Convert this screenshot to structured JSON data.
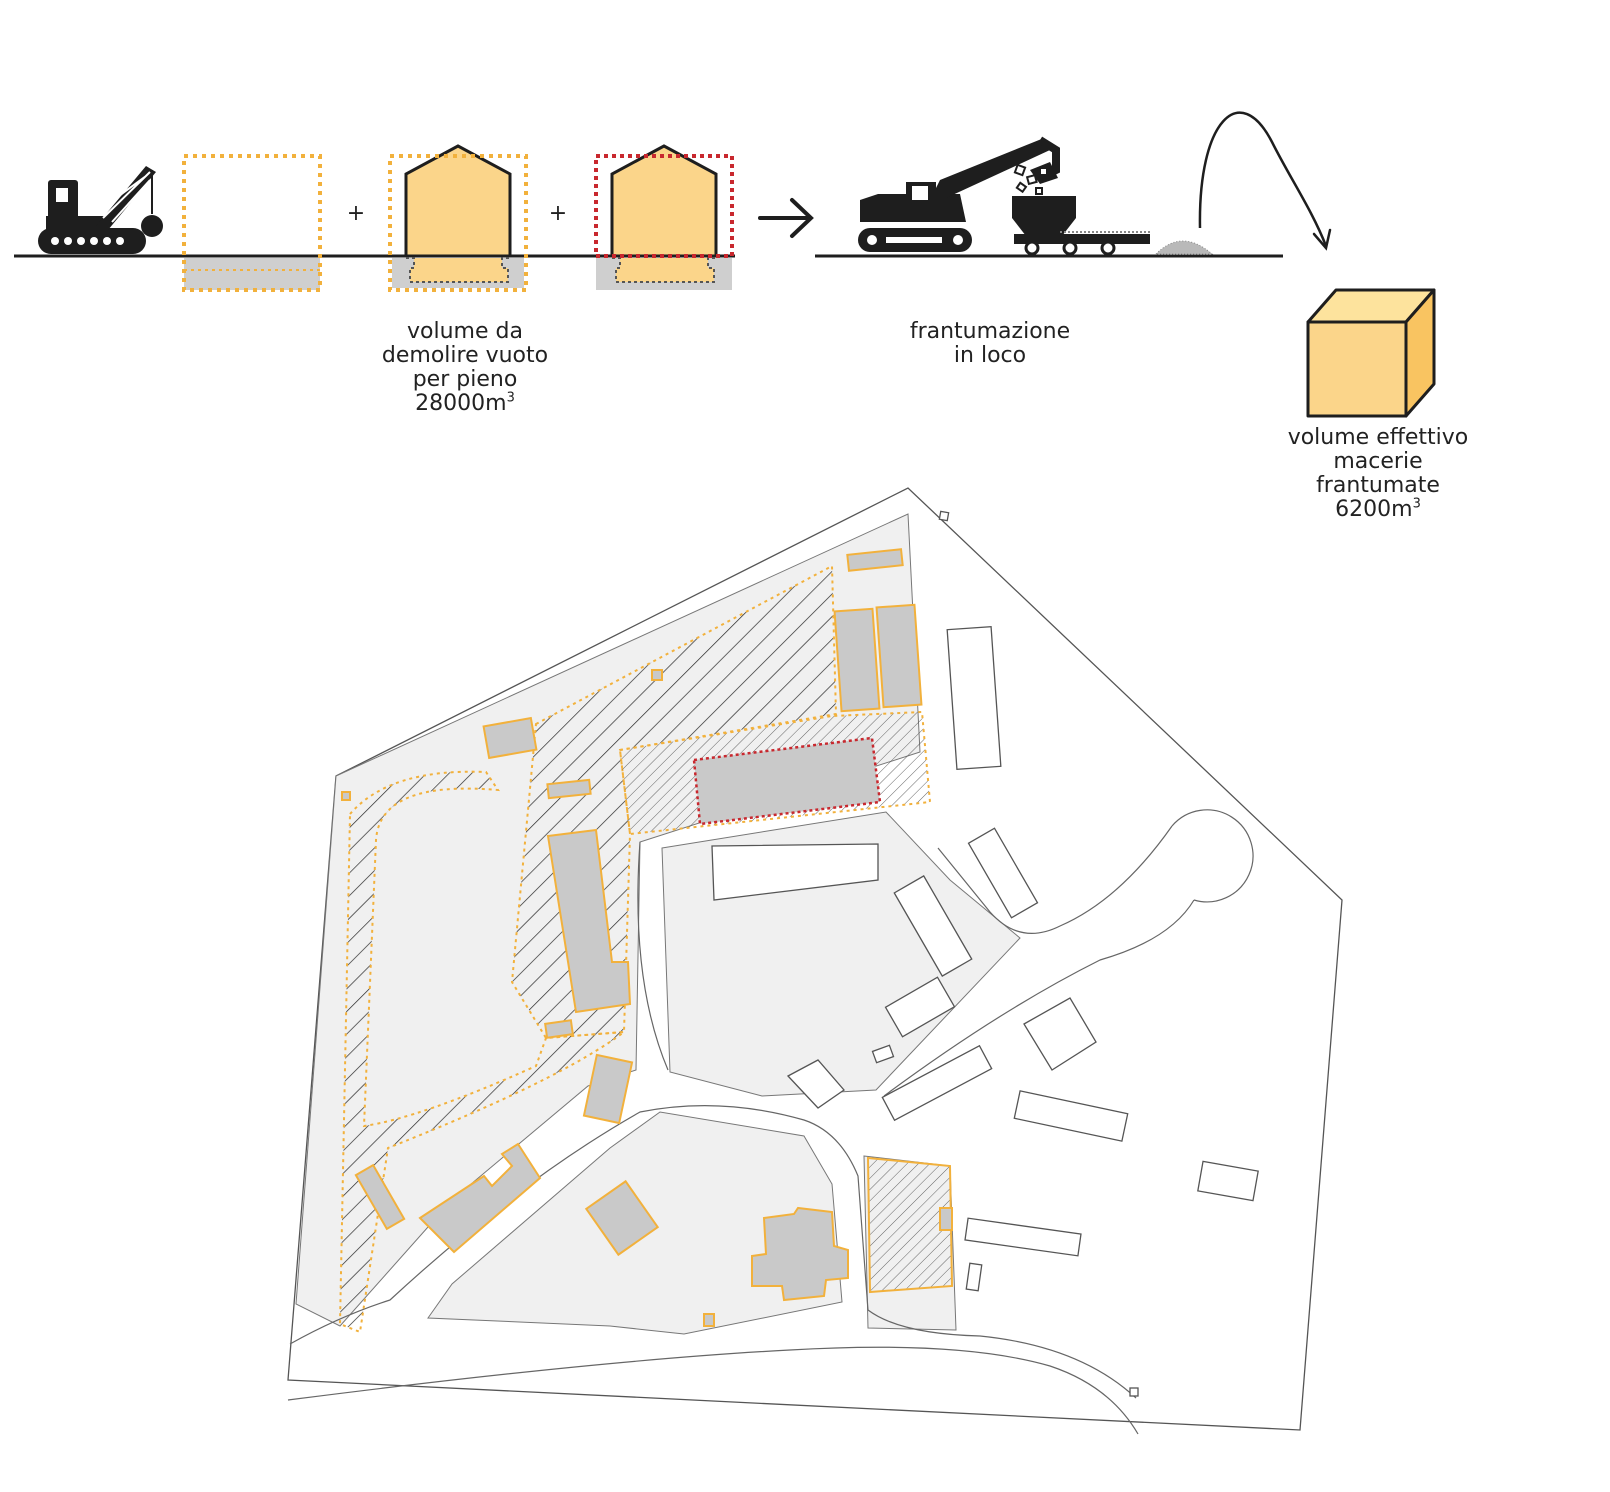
{
  "diagram": {
    "label_demolition": {
      "line1": "volume da",
      "line2": "demolire vuoto",
      "line3": "per pieno",
      "value": "28000m",
      "unit_exp": "3"
    },
    "label_crushing": {
      "line1": "frantumazione",
      "line2": "in loco"
    },
    "label_rubble": {
      "line1": "volume effettivo",
      "line2": "macerie",
      "line3": "frantumate",
      "value": "6200m",
      "unit_exp": "3"
    },
    "operators": [
      "+",
      "+"
    ],
    "colors": {
      "accent_orange": "#f2b13c",
      "fill_yellow": "#fbd58a",
      "cube_side": "#f9c461",
      "dotted_red": "#c8282e",
      "ground_gray": "#cfcfcf",
      "map_gray": "#f0f0f0",
      "building_gray": "#c9c9c9",
      "ink": "#1e1e1e"
    },
    "icons": [
      "crane-wrecking-ball-icon",
      "excavator-icon",
      "crusher-conveyor-icon",
      "trajectory-arrow-icon",
      "cube-icon",
      "arrow-right-icon"
    ]
  }
}
